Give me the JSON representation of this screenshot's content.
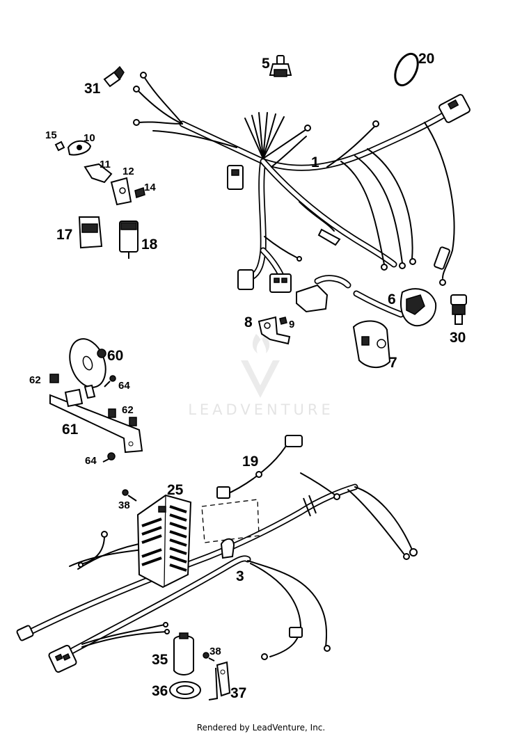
{
  "callouts": [
    {
      "id": "c1",
      "text": "1"
    },
    {
      "id": "c3",
      "text": "3"
    },
    {
      "id": "c5",
      "text": "5"
    },
    {
      "id": "c6",
      "text": "6"
    },
    {
      "id": "c7",
      "text": "7"
    },
    {
      "id": "c8",
      "text": "8"
    },
    {
      "id": "c9",
      "text": "9"
    },
    {
      "id": "c10",
      "text": "10"
    },
    {
      "id": "c11",
      "text": "11"
    },
    {
      "id": "c12",
      "text": "12"
    },
    {
      "id": "c14",
      "text": "14"
    },
    {
      "id": "c15",
      "text": "15"
    },
    {
      "id": "c17",
      "text": "17"
    },
    {
      "id": "c18",
      "text": "18"
    },
    {
      "id": "c19",
      "text": "19"
    },
    {
      "id": "c20",
      "text": "20"
    },
    {
      "id": "c25",
      "text": "25"
    },
    {
      "id": "c30",
      "text": "30"
    },
    {
      "id": "c31",
      "text": "31"
    },
    {
      "id": "c35",
      "text": "35"
    },
    {
      "id": "c36",
      "text": "36"
    },
    {
      "id": "c37",
      "text": "37"
    },
    {
      "id": "c38a",
      "text": "38"
    },
    {
      "id": "c38b",
      "text": "38"
    },
    {
      "id": "c60",
      "text": "60"
    },
    {
      "id": "c61",
      "text": "61"
    },
    {
      "id": "c62a",
      "text": "62"
    },
    {
      "id": "c62b",
      "text": "62"
    },
    {
      "id": "c64a",
      "text": "64"
    },
    {
      "id": "c64b",
      "text": "64"
    }
  ],
  "watermark": {
    "text": "LEADVENTURE"
  },
  "footer": {
    "text": "Rendered by LeadVenture, Inc."
  }
}
